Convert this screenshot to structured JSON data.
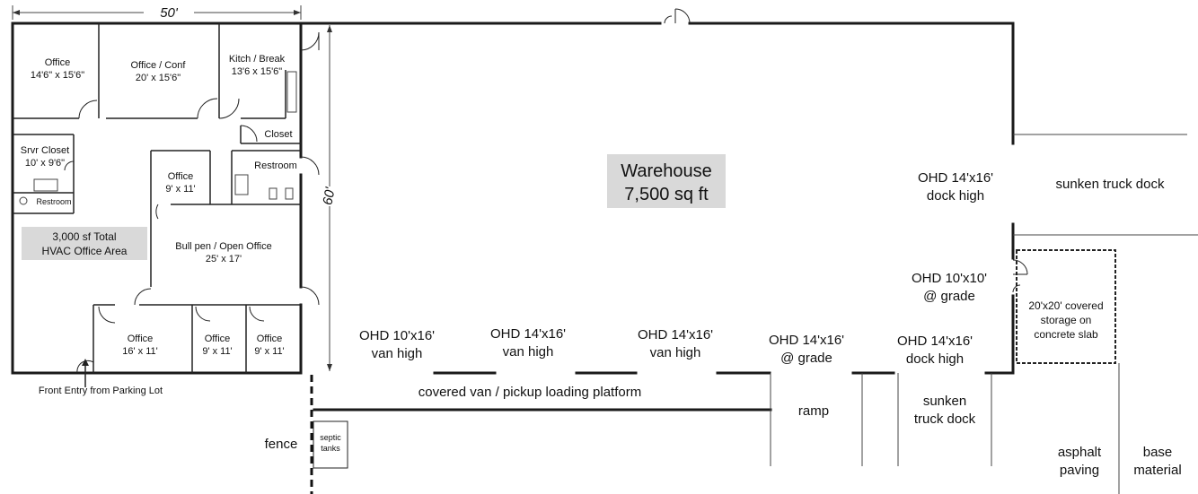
{
  "dimensions": {
    "width": "50'",
    "depth": "60'"
  },
  "office_area": {
    "rooms": {
      "office_nw": {
        "name": "Office",
        "size": "14'6\" x 15'6\""
      },
      "office_conf": {
        "name": "Office / Conf",
        "size": "20' x 15'6\""
      },
      "kitchen": {
        "name": "Kitch / Break",
        "size": "13'6 x 15'6\""
      },
      "closet": {
        "name": "Closet"
      },
      "restroom_main": {
        "name": "Restroom"
      },
      "server_closet": {
        "name": "Srvr Closet",
        "size": "10' x 9'6\""
      },
      "restroom_small": {
        "name": "Restroom"
      },
      "office_mid": {
        "name": "Office",
        "size": "9' x 11'"
      },
      "bullpen": {
        "name": "Bull pen / Open Office",
        "size": "25' x 17'"
      },
      "office_s1": {
        "name": "Office",
        "size": "16' x 11'"
      },
      "office_s2": {
        "name": "Office",
        "size": "9' x 11'"
      },
      "office_s3": {
        "name": "Office",
        "size": "9' x 11'"
      }
    },
    "total_label": [
      "3,000 sf Total",
      "HVAC Office Area"
    ],
    "front_entry": "Front Entry from Parking Lot"
  },
  "warehouse": {
    "name": "Warehouse",
    "area": "7,500 sq ft"
  },
  "doors": {
    "ohd1": [
      "OHD 10'x16'",
      "van high"
    ],
    "ohd2": [
      "OHD 14'x16'",
      "van high"
    ],
    "ohd3": [
      "OHD 14'x16'",
      "van high"
    ],
    "ohd4": [
      "OHD 14'x16'",
      "@ grade"
    ],
    "ohd5": [
      "OHD 14'x16'",
      "dock high"
    ],
    "ohd_east_dock": [
      "OHD 14'x16'",
      "dock high"
    ],
    "ohd_east_grade": [
      "OHD 10'x10'",
      "@ grade"
    ]
  },
  "exterior": {
    "sunken_dock_east": "sunken truck dock",
    "sunken_dock_south": [
      "sunken",
      "truck dock"
    ],
    "covered_storage": [
      "20'x20' covered",
      "storage on",
      "concrete slab"
    ],
    "loading_platform": "covered van / pickup loading platform",
    "ramp": "ramp",
    "fence": "fence",
    "septic": [
      "septic",
      "tanks"
    ],
    "asphalt": [
      "asphalt",
      "paving"
    ],
    "base": [
      "base",
      "material"
    ]
  }
}
